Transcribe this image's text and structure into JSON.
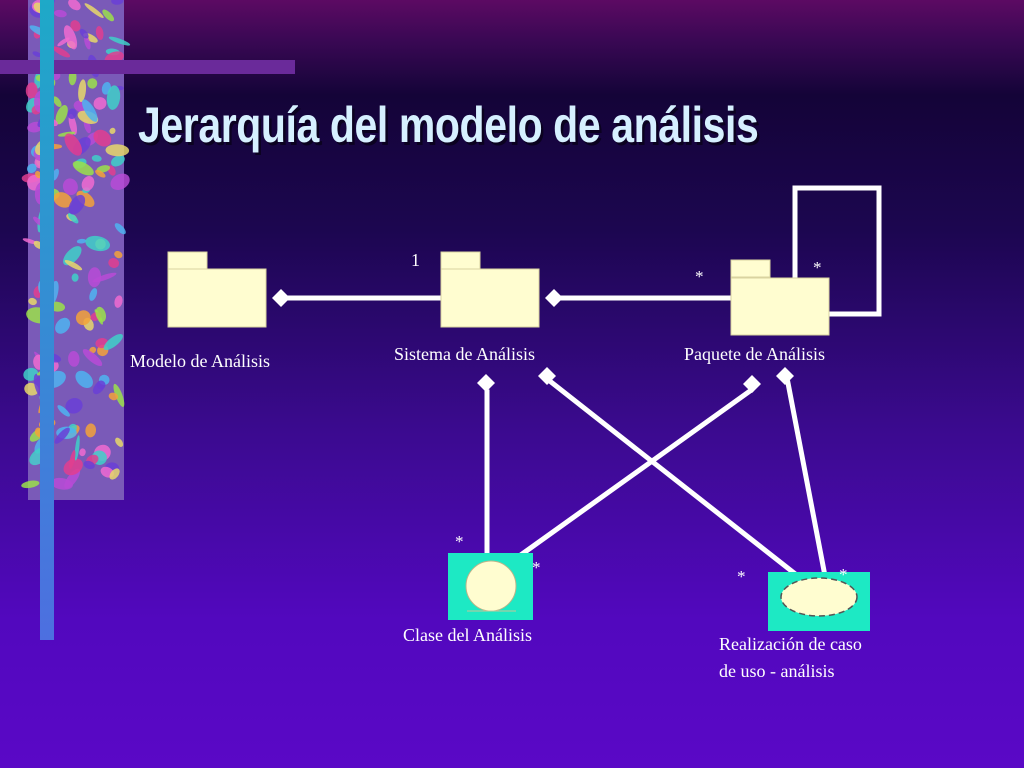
{
  "slide": {
    "title": "Jerarquía del modelo de análisis",
    "colors": {
      "title": "#d6f0ff",
      "package_fill": "#fffdd0",
      "symbol_bg": "#1de9c4",
      "line": "#ffffff"
    }
  },
  "diagram": {
    "elements": {
      "modelo": {
        "label": "Modelo de Análisis",
        "kind": "package"
      },
      "sistema": {
        "label": "Sistema de Análisis",
        "kind": "package"
      },
      "paquete": {
        "label": "Paquete de Análisis",
        "kind": "package"
      },
      "clase": {
        "label": "Clase del Análisis",
        "kind": "analysis-class"
      },
      "realizacion": {
        "label_line1": "Realización de caso",
        "label_line2": "de uso - análisis",
        "kind": "use-case-realization"
      }
    },
    "multiplicities": {
      "sistema_one": "1",
      "paquete_left": "*",
      "paquete_self": "*",
      "clase_top": "*",
      "clase_right": "*",
      "realizacion_left": "*",
      "realizacion_right": "*"
    }
  }
}
